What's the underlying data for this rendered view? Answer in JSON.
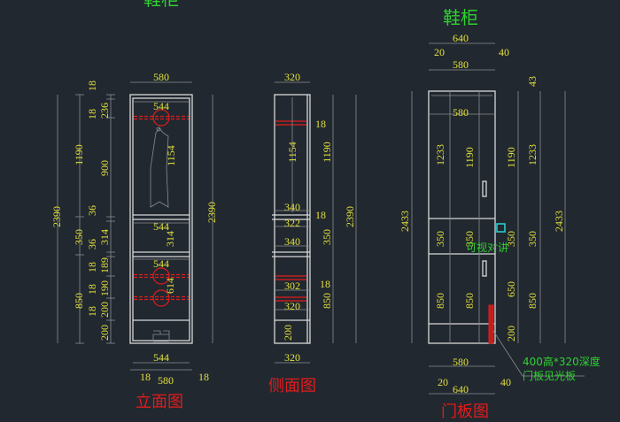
{
  "colors": {
    "background": "#212830",
    "dimension": "#e3e13a",
    "title_red": "#e21b1b",
    "title_green": "#2fd12f",
    "cabinet": "#d8d8d8"
  },
  "titles": {
    "top_cut": "鞋柜",
    "main": "鞋柜",
    "elevation": "立面图",
    "side": "侧面图",
    "door": "门板图"
  },
  "notes": {
    "intercom": "可视对讲",
    "panel_line1": "400高*320深度",
    "panel_line2": "门板见光板"
  },
  "elevation_dims": [
    "580",
    "544",
    "1154",
    "544",
    "314",
    "544",
    "614",
    "544",
    "18",
    "580",
    "18",
    "2390",
    "1190",
    "350",
    "850",
    "18",
    "18",
    "236",
    "900",
    "36",
    "36",
    "314",
    "18",
    "189",
    "18",
    "190",
    "18",
    "200",
    "200",
    "2390"
  ],
  "side_dims": [
    "320",
    "1154",
    "18",
    "1190",
    "2390",
    "340",
    "18",
    "322",
    "340",
    "350",
    "18",
    "302",
    "320",
    "850",
    "200",
    "320"
  ],
  "door_dims": [
    "640",
    "20",
    "580",
    "40",
    "43",
    "580",
    "1233",
    "1190",
    "1190",
    "1233",
    "2433",
    "2433",
    "350",
    "350",
    "350",
    "350",
    "850",
    "850",
    "650",
    "850",
    "200",
    "580",
    "20",
    "640",
    "40"
  ]
}
